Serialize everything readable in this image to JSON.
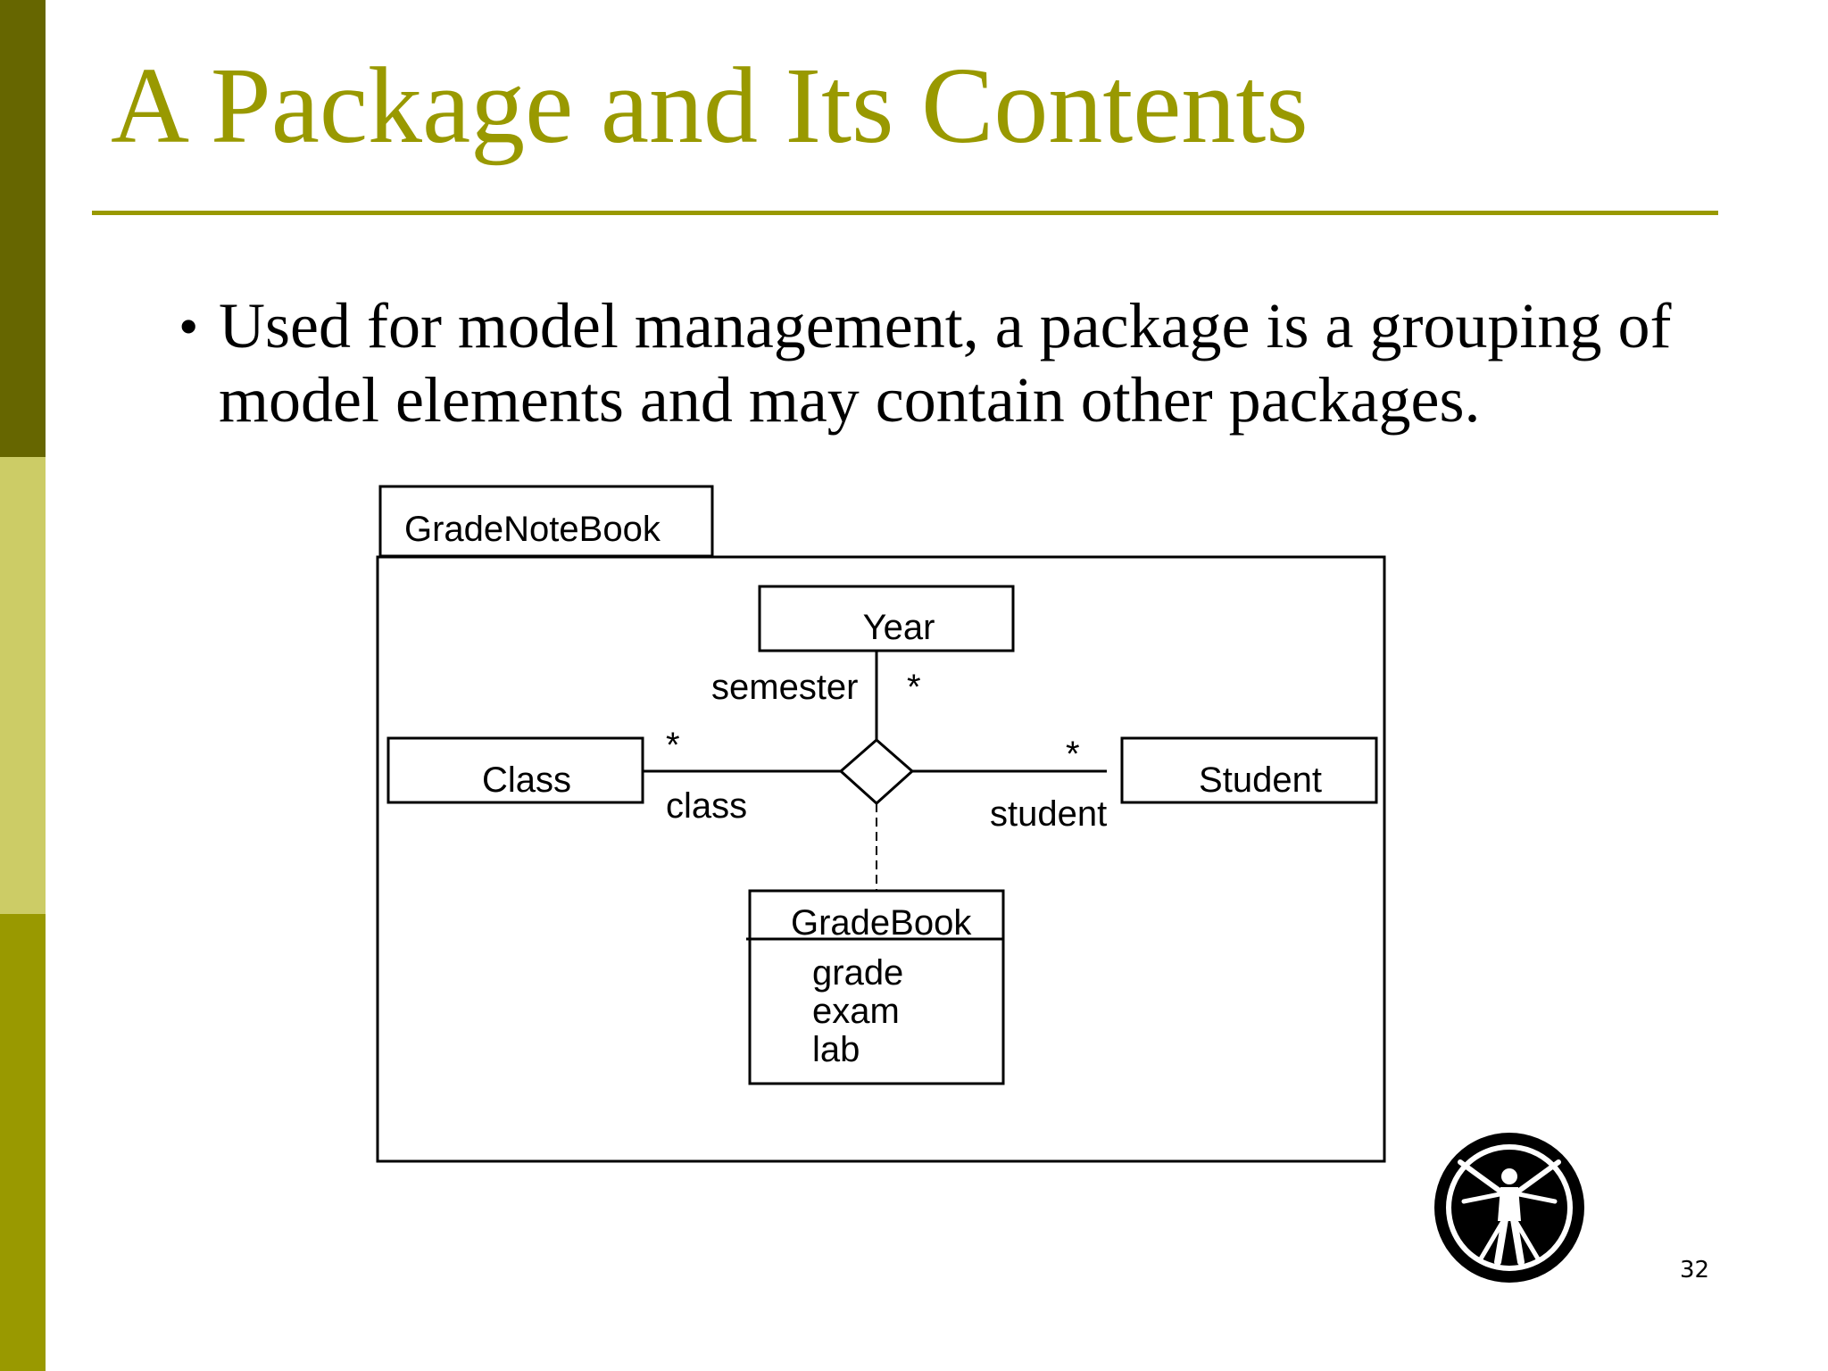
{
  "slide": {
    "title": "A Package and Its Contents",
    "bullet": "Used for model management, a package is a grouping of model elements and may contain other packages.",
    "page_number": "32"
  },
  "colors": {
    "title": "#999900",
    "sidebar_top": "#666600",
    "sidebar_middle": "#cccc66",
    "sidebar_bottom": "#999900"
  },
  "diagram": {
    "package": "GradeNoteBook",
    "classes": {
      "year": "Year",
      "class": "Class",
      "student": "Student",
      "gradebook": "GradeBook"
    },
    "gradebook_attributes": [
      "grade",
      "exam",
      "lab"
    ],
    "roles": {
      "semester": "semester",
      "class": "class",
      "student": "student"
    },
    "multiplicities": {
      "year": "*",
      "class": "*",
      "student": "*"
    }
  },
  "logo": {
    "icon": "vitruvian-man-icon"
  }
}
